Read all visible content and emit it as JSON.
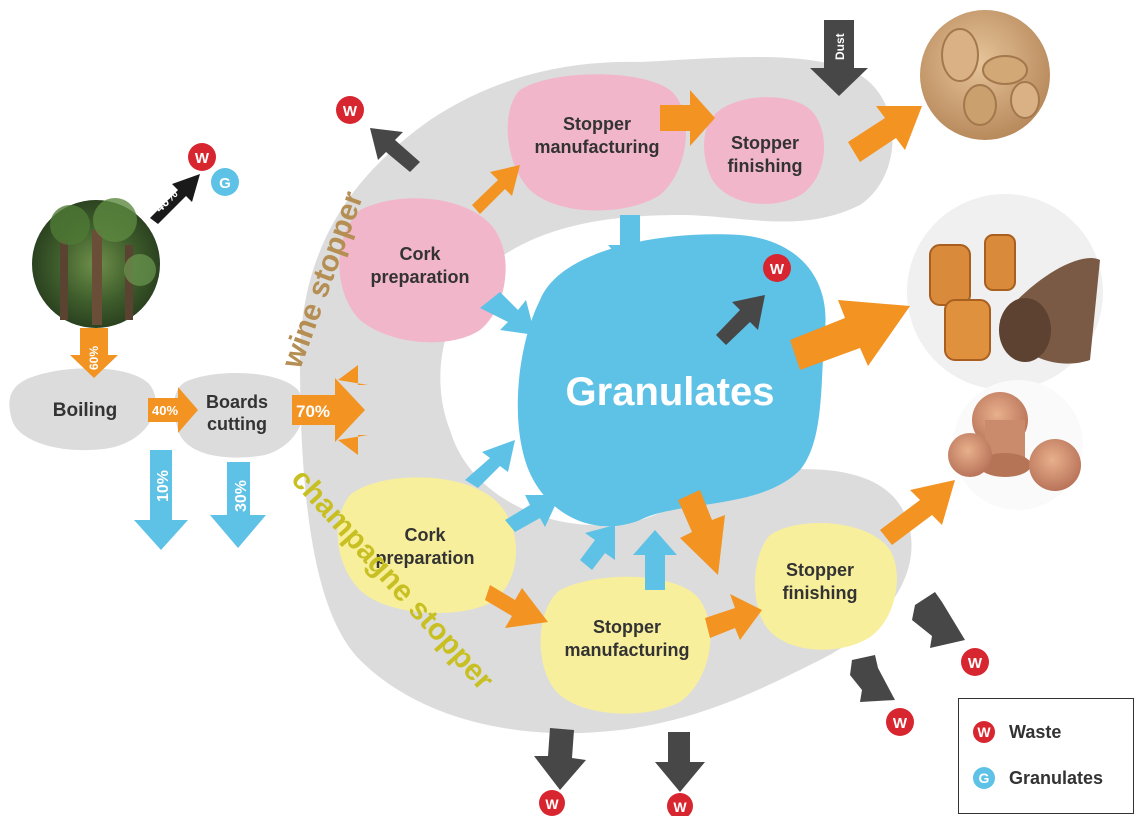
{
  "colors": {
    "band": "#dcdcdc",
    "pink": "#f2b6cb",
    "yellow": "#f8ef9c",
    "blue": "#5ec1e6",
    "orange": "#f29322",
    "dark": "#474747",
    "waste": "#d7262f",
    "granulate_badge": "#5ec1e6",
    "band_wine_text": "#b58e53",
    "band_champagne_text": "#c8c022"
  },
  "nodes": {
    "boiling": "Boiling",
    "boards_cutting_1": "Boards",
    "boards_cutting_2": "cutting",
    "granulates": "Granulates",
    "wine_prep_1": "Cork",
    "wine_prep_2": "preparation",
    "wine_manuf_1": "Stopper",
    "wine_manuf_2": "manufacturing",
    "wine_finish_1": "Stopper",
    "wine_finish_2": "finishing",
    "champ_prep_1": "Cork",
    "champ_prep_2": "preparation",
    "champ_manuf_1": "Stopper",
    "champ_manuf_2": "manufacturing",
    "champ_finish_1": "Stopper",
    "champ_finish_2": "finishing"
  },
  "band_labels": {
    "wine": "wine stopper",
    "champagne": "champagne stopper"
  },
  "percentages": {
    "tree_to_waste": "40%",
    "tree_to_boiling": "60%",
    "boiling_to_cutting": "40%",
    "boiling_out": "10%",
    "cutting_out": "30%",
    "cutting_to_stopper": "70%"
  },
  "dust_label": "Dust",
  "badges": {
    "waste": "W",
    "granulates": "G"
  },
  "legend": {
    "waste": "Waste",
    "granulates": "Granulates"
  }
}
